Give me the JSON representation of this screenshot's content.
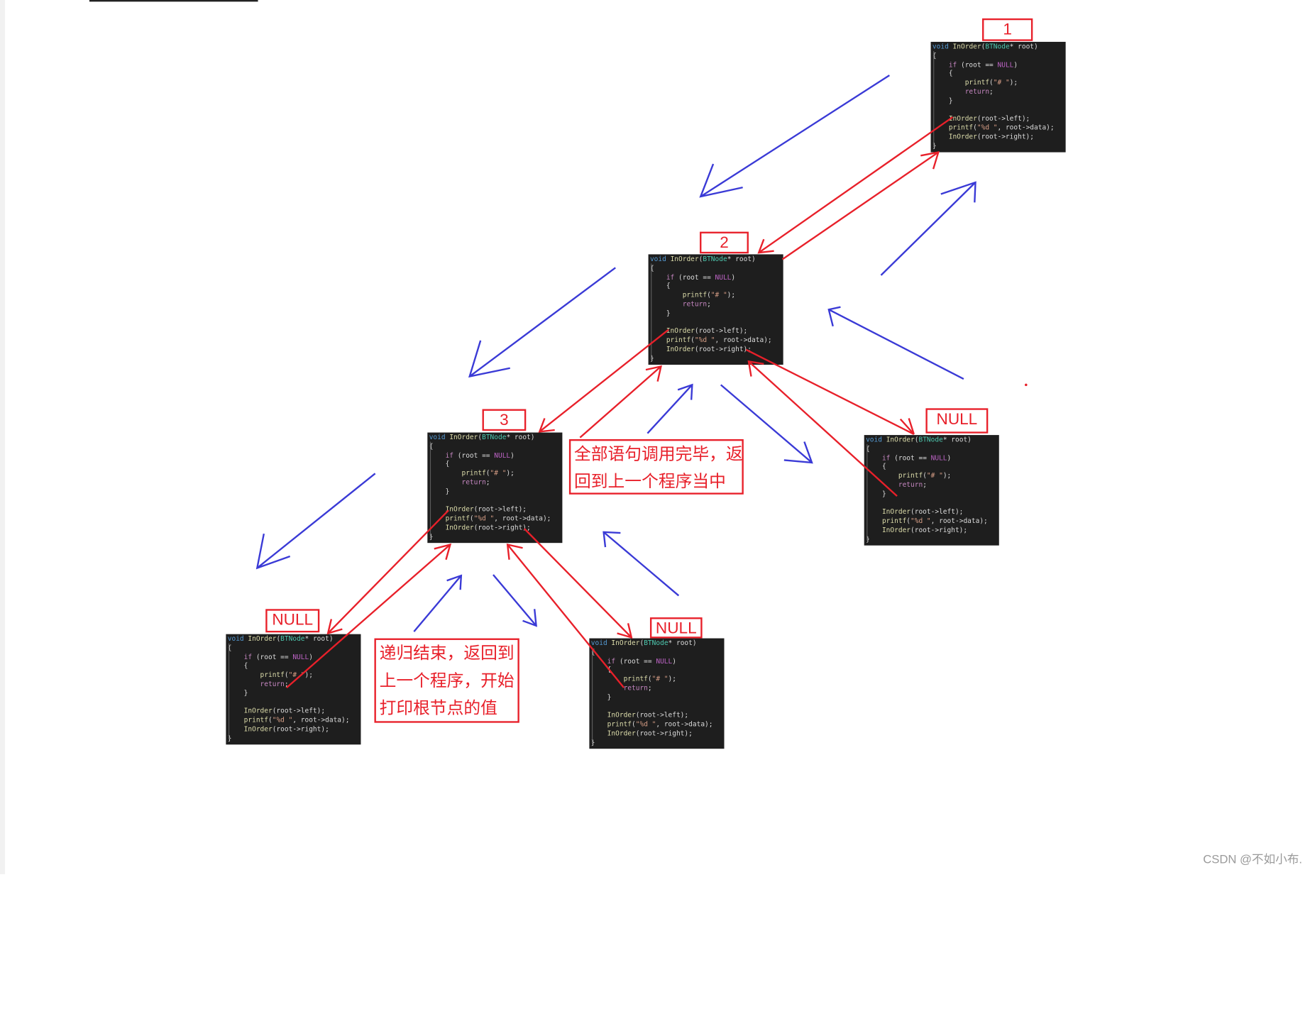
{
  "nodes": [
    {
      "label": "1"
    },
    {
      "label": "2"
    },
    {
      "label": "3"
    },
    {
      "label": "NULL"
    },
    {
      "label": "NULL"
    },
    {
      "label": "NULL"
    }
  ],
  "code_lines": [
    "void InOrder(BTNode* root)",
    "{",
    "    if (root == NULL)",
    "    {",
    "        printf(\"# \");",
    "        return;",
    "    }",
    "",
    "    InOrder(root->left);",
    "    printf(\"%d \", root->data);",
    "    InOrder(root->right);",
    "}"
  ],
  "notes": {
    "return_note": "全部语句调用完毕，返\n回到上一个程序当中",
    "recursion_end_note": "递归结束，返回到\n上一个程序，开始\n打印根节点的值"
  },
  "watermark": "CSDN @不如小布.",
  "colors": {
    "arrow_red": "#e8202a",
    "arrow_blue": "#3a3ad6",
    "code_bg": "#1e1e1e"
  }
}
